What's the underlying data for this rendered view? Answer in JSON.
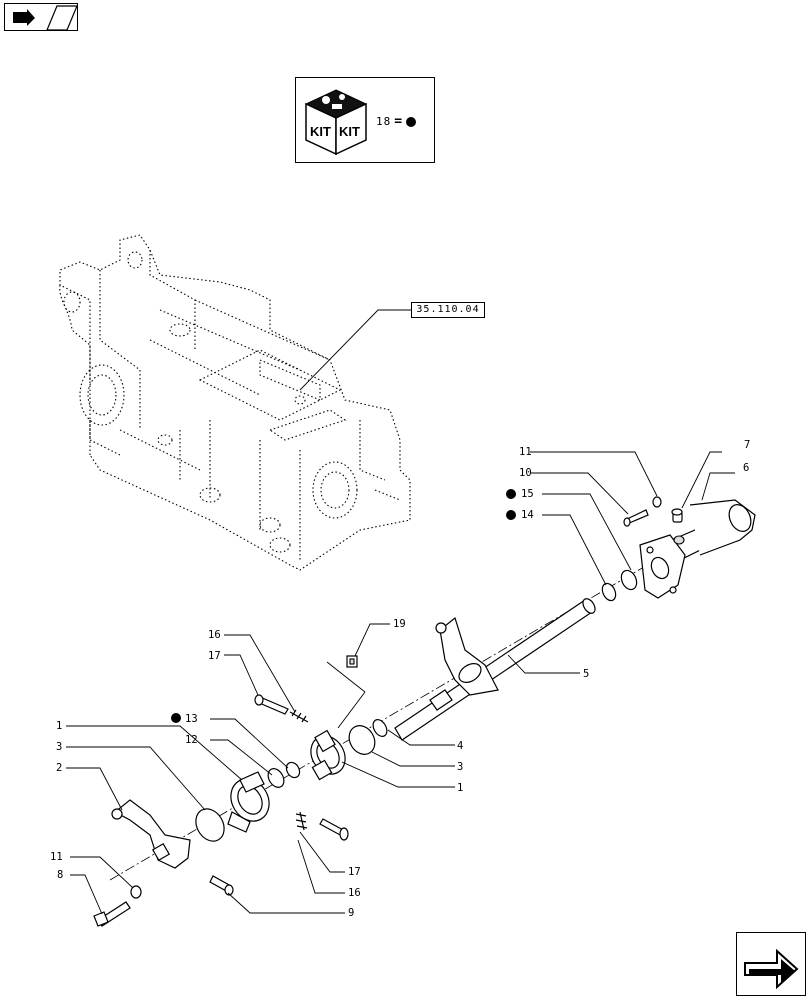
{
  "kit": {
    "label_left": "KIT",
    "label_right": "KIT",
    "legend_number": "18",
    "legend_equals": "="
  },
  "reference_box": "35.110.04",
  "callouts": {
    "c1_left": "1",
    "c1_right": "1",
    "c2": "2",
    "c3_left": "3",
    "c3_right": "3",
    "c4": "4",
    "c5": "5",
    "c6": "6",
    "c7": "7",
    "c8": "8",
    "c9": "9",
    "c10": "10",
    "c11_top": "11",
    "c11_bottom": "11",
    "c12": "12",
    "c13": "13",
    "c14": "14",
    "c15": "15",
    "c16_top": "16",
    "c16_bottom": "16",
    "c17_top": "17",
    "c17_bottom": "17",
    "c19": "19"
  },
  "kit_part_marker": "filled-circle",
  "icons": {
    "nav_prev": "hand-pointing-icon",
    "nav_next": "next-page-arrow-icon"
  }
}
